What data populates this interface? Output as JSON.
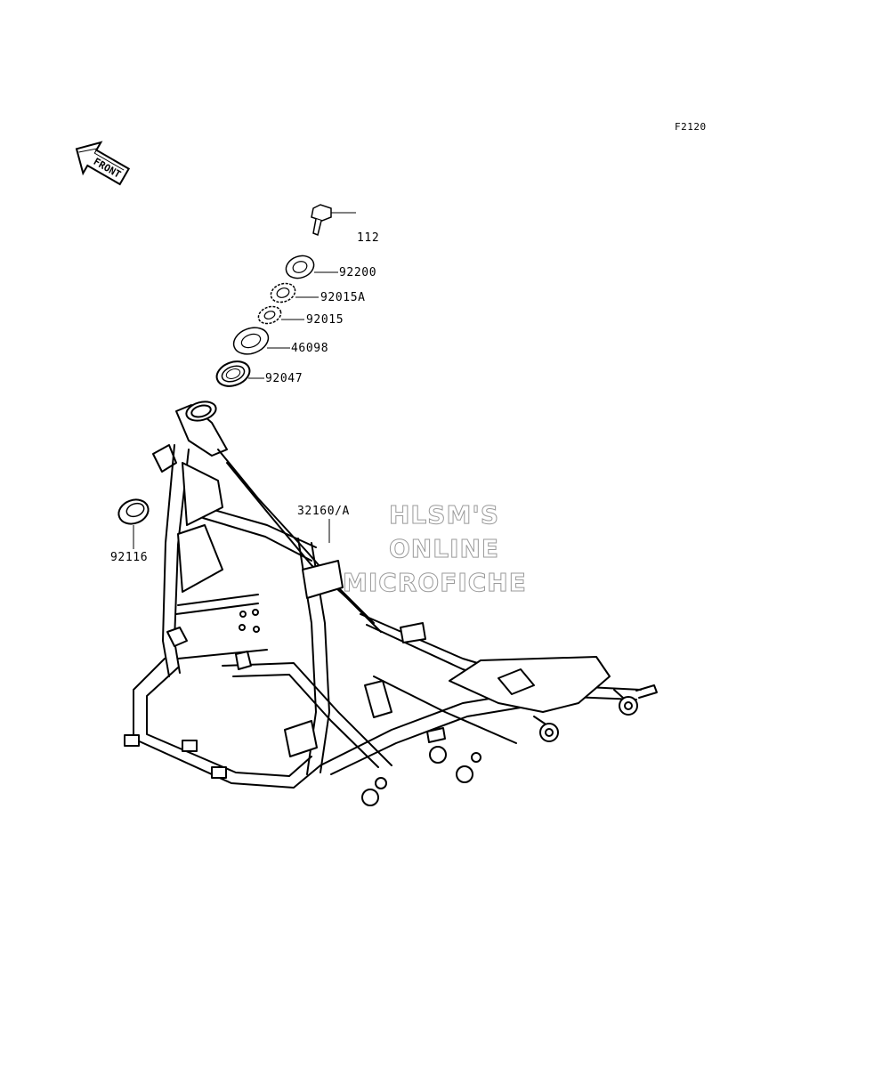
{
  "figure_code": "F2120",
  "front_marker": {
    "label": "FRONT",
    "icon": "front-direction-arrow-icon"
  },
  "watermark": {
    "line1": "HLSM'S",
    "line2": "ONLINE",
    "line3": "MICROFICHE"
  },
  "parts": [
    {
      "number": "112",
      "description_icon": "bolt-icon"
    },
    {
      "number": "92200",
      "description_icon": "washer-icon"
    },
    {
      "number": "92015A",
      "description_icon": "lock-nut-icon"
    },
    {
      "number": "92015",
      "description_icon": "nut-icon"
    },
    {
      "number": "46098",
      "description_icon": "dust-seal-icon"
    },
    {
      "number": "92047",
      "description_icon": "bearing-icon"
    },
    {
      "number": "92116",
      "description_icon": "bearing-lower-icon"
    },
    {
      "number": "32160/A",
      "description_icon": "frame-icon"
    }
  ],
  "colors": {
    "line": "#000000",
    "watermark_outline": "#9a9a9a",
    "background": "#ffffff"
  }
}
